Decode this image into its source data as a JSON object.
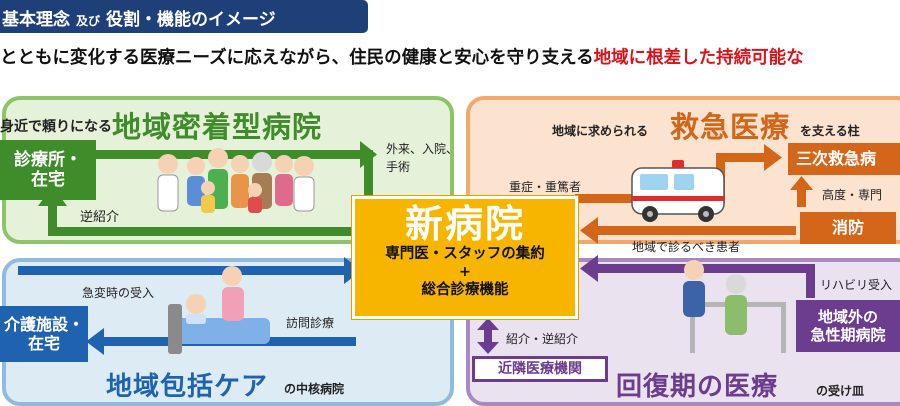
{
  "header": {
    "title_main": "基本理念",
    "title_and": "及び",
    "title_sub": "役割・機能のイメージ"
  },
  "intro": {
    "prefix": "とともに変化する医療ニーズに応えながら、住民の健康と安心を守り支える",
    "highlight": "地域に根差した持続可能な"
  },
  "center": {
    "name": "新病院",
    "line1": "専門医・スタッフの集約",
    "plus": "+",
    "line2": "総合診療機能"
  },
  "green": {
    "caption_small": "身近で頼りになる",
    "caption_big": "地域密着型病院",
    "box_line1": "診療所・",
    "box_line2": "在宅",
    "right_label_1": "外来、入院、",
    "right_label_2": "手術",
    "left_label": "逆紹介"
  },
  "orange": {
    "caption_pre": "地域に求められる",
    "caption_big": "救急医療",
    "caption_post": "を支える柱",
    "box_top": "三次救急病",
    "box_bottom": "消防",
    "label_left": "重症・重篤者",
    "label_right": "高度・専門",
    "label_bottom": "地域で診るべき患者"
  },
  "blue": {
    "label_top": "急変時の受入",
    "label_right": "訪問診療",
    "box_line1": "介護施設・",
    "box_line2": "在宅",
    "caption_big": "地域包括ケア",
    "caption_post": "の中核病院"
  },
  "purple": {
    "label_small": "紹介・逆紹介",
    "box_near": "近隣医療機関",
    "label_right": "リハビリ受入",
    "box_line1": "地域外の",
    "box_line2": "急性期病院",
    "caption_big": "回復期の医療",
    "caption_post": "の受け皿"
  },
  "colors": {
    "navy": "#1f3f78",
    "green": "#3f8c2a",
    "orange": "#d4661a",
    "blue": "#1f63b0",
    "purple": "#6c3d8f",
    "center": "#f7b500",
    "highlight": "#d8141a"
  }
}
